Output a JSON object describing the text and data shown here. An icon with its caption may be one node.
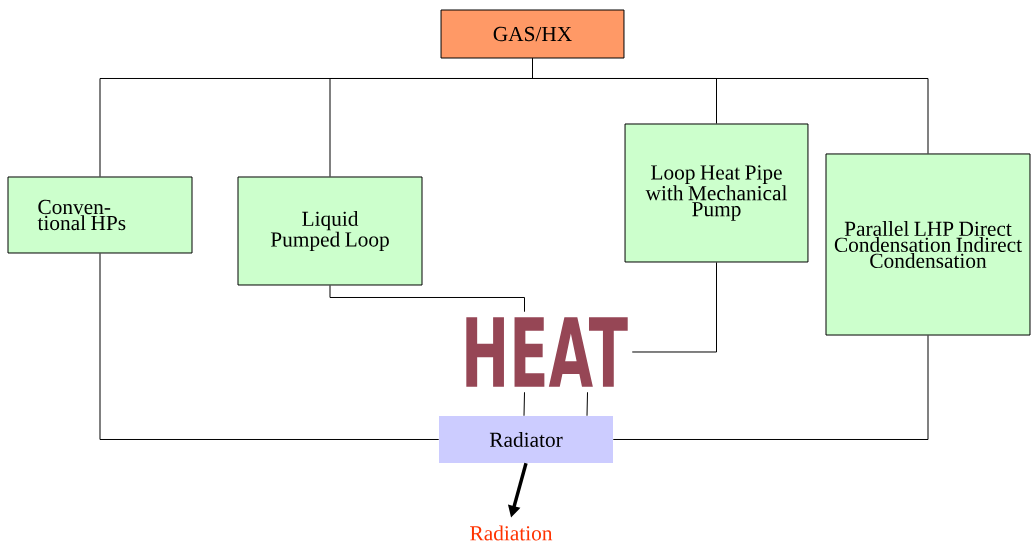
{
  "diagram": {
    "nodes": [
      {
        "text": [
          "GAS/HX"
        ]
      },
      {
        "text": [
          "Conven- tional HPs"
        ]
      },
      {
        "text": [
          "Liquid Pumped Loop"
        ]
      },
      {
        "text": [
          "Loop Heat Pipe with Mechanical Pump"
        ]
      },
      {
        "text": [
          "Parallel LHP Direct Condensation Indirect Condensation"
        ]
      },
      {
        "text": [
          "Radiator"
        ]
      },
      {
        "text": [
          "Radiation"
        ]
      },
      {
        "text": [
          "HEAT"
        ]
      }
    ],
    "edges": [
      {
        "from": 0,
        "to": 1,
        "arrow": "none"
      },
      {
        "from": 0,
        "to": 2,
        "arrow": "none"
      },
      {
        "from": 0,
        "to": 3,
        "arrow": "none"
      },
      {
        "from": 0,
        "to": 4,
        "arrow": "none"
      },
      {
        "from": 1,
        "to": 5,
        "arrow": "none"
      },
      {
        "from": 2,
        "to": 7,
        "arrow": "none"
      },
      {
        "from": 3,
        "to": 7,
        "arrow": "none"
      },
      {
        "from": 7,
        "to": 5,
        "arrow": "none"
      },
      {
        "from": 7,
        "to": 5,
        "arrow": "none"
      },
      {
        "from": 4,
        "to": 5,
        "arrow": "none"
      },
      {
        "from": 5,
        "to": 6,
        "arrow": "to",
        "style": "thick"
      }
    ]
  }
}
